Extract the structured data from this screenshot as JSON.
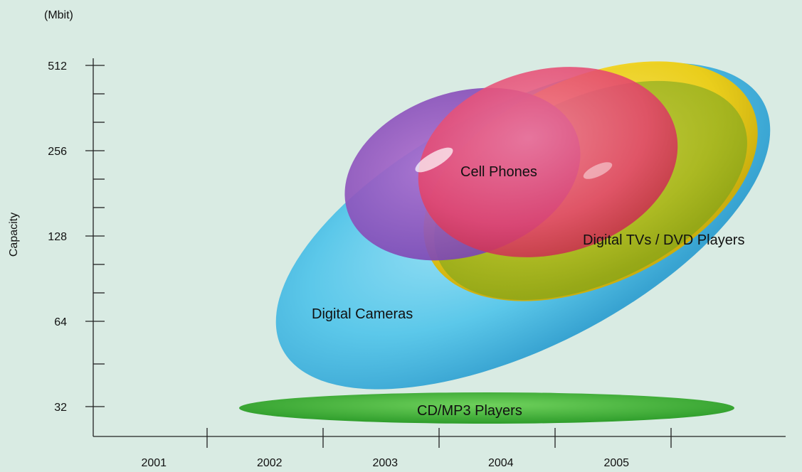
{
  "chart_data": {
    "type": "bubble-region",
    "title": "",
    "unit_label": "(Mbit)",
    "ylabel": "Capacity",
    "xlabel": "",
    "y_scale": "log2",
    "y_ticks": [
      32,
      64,
      128,
      256,
      512
    ],
    "x_ticks": [
      "2001",
      "2002",
      "2003",
      "2004",
      "2005"
    ],
    "grid": false,
    "regions": [
      {
        "name": "Digital Cameras",
        "color": "#4cc0e6"
      },
      {
        "name": "Digital TVs / DVD Players",
        "color": "#f0d21c"
      },
      {
        "name": "Cell Phones",
        "color": "#e94a73"
      },
      {
        "name": "CD/MP3 Players",
        "color": "#3cb33a"
      }
    ],
    "background": "#d9ebe3"
  }
}
